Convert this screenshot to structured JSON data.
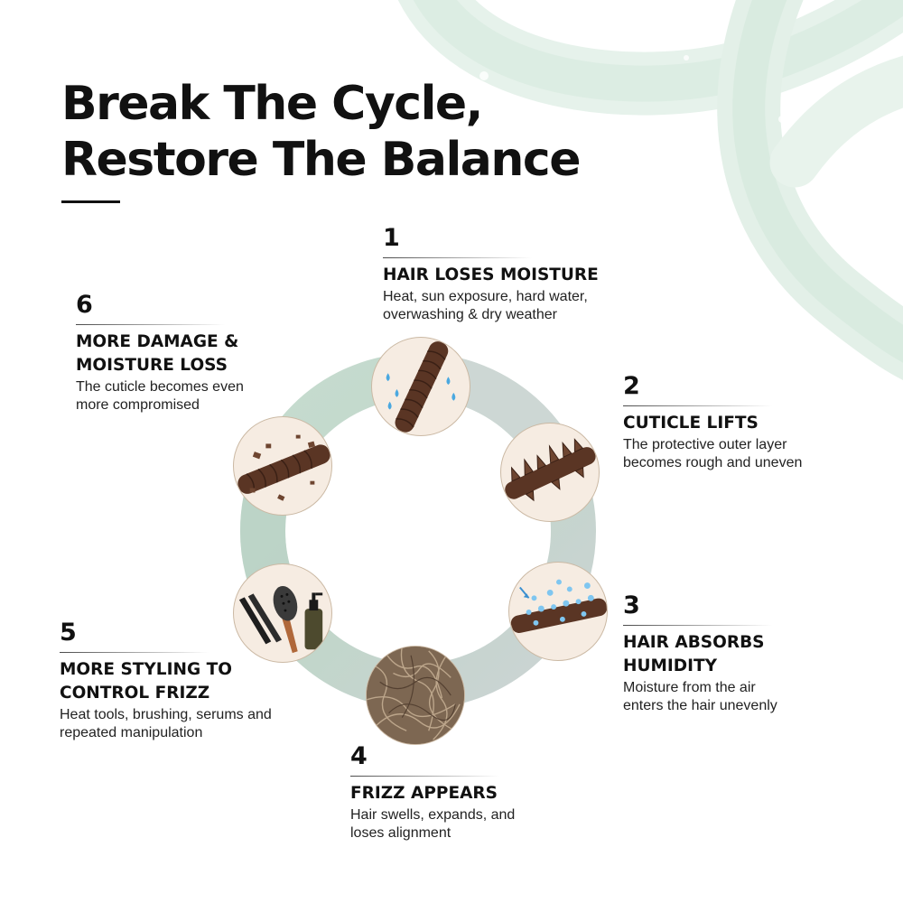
{
  "title": {
    "line1": "Break The Cycle,",
    "line2": "Restore The Balance"
  },
  "colors": {
    "ring_green": "#c3d8cb",
    "ring_grey": "#cbd2d2",
    "hair_brown": "#5a3524",
    "node_bg": "#f6ece2",
    "water_blue": "#6fb8e6",
    "swirl": "#dcede3"
  },
  "steps": [
    {
      "number": "1",
      "heading": [
        "HAIR LOSES MOISTURE"
      ],
      "description": [
        "Heat, sun exposure, hard water,",
        "overwashing & dry weather"
      ],
      "icon": "dry-hair-strand-icon"
    },
    {
      "number": "2",
      "heading": [
        "CUTICLE LIFTS"
      ],
      "description": [
        "The protective outer layer",
        "becomes rough and uneven"
      ],
      "icon": "lifted-cuticle-strand-icon"
    },
    {
      "number": "3",
      "heading": [
        "HAIR ABSORBS",
        "HUMIDITY"
      ],
      "description": [
        "Moisture from the air",
        "enters the hair unevenly"
      ],
      "icon": "humidity-strand-icon"
    },
    {
      "number": "4",
      "heading": [
        "FRIZZ APPEARS"
      ],
      "description": [
        "Hair swells, expands, and",
        "loses alignment"
      ],
      "icon": "frizzy-hair-icon"
    },
    {
      "number": "5",
      "heading": [
        "MORE STYLING TO",
        "CONTROL FRIZZ"
      ],
      "description": [
        "Heat tools, brushing, serums and",
        "repeated manipulation"
      ],
      "icon": "styling-tools-icon"
    },
    {
      "number": "6",
      "heading": [
        "MORE DAMAGE &",
        "MOISTURE LOSS"
      ],
      "description": [
        "The cuticle becomes even",
        "more compromised"
      ],
      "icon": "damaged-strand-icon"
    }
  ]
}
